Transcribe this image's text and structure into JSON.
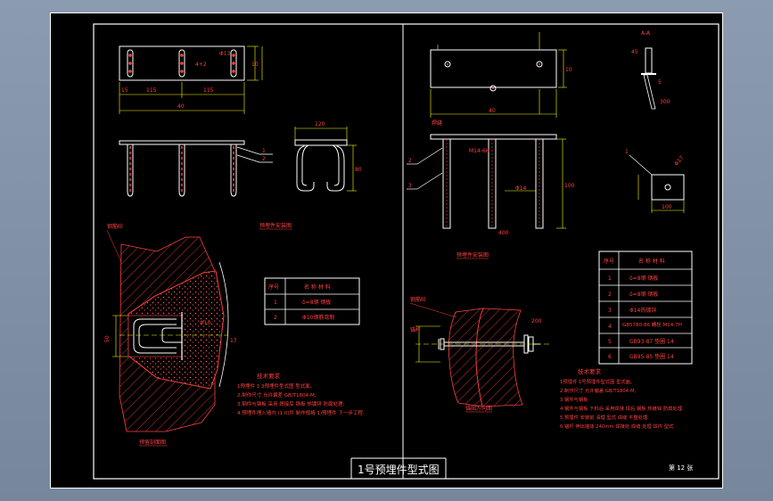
{
  "drawing": {
    "title": "1号预埋件型式图",
    "sheet_no": "第 12 张"
  },
  "left": {
    "plan_dims": {
      "width": "40",
      "seg1": "15",
      "seg2": "115",
      "seg3": "115",
      "height": "10",
      "hole": "Φ13",
      "weld_note": "4+2"
    },
    "callouts": {
      "one": "1",
      "two": "2"
    },
    "detail_dims": {
      "top": "120",
      "side": "80"
    },
    "caption_install": "预埋件安装图",
    "caption_section": "预留剖面图",
    "table": {
      "headers": [
        "序号",
        "名 称 材 料"
      ],
      "rows": [
        [
          "1",
          "δ=8钢 钢板"
        ],
        [
          "2",
          "Φ10钢筋弯制"
        ]
      ]
    },
    "notes_title": "技术要求",
    "notes": [
      "1预埋件 1 3预埋件型式图 型式面。",
      "2.制作尺寸 允许偏差 GB/T1804-M;",
      "3.钢件与钢板 采用 焊接后 钢板 热镀锌 防腐处理;",
      "4.预埋件埋入墙内 (1.0)件 制作规格 1)预埋件 下一步工程."
    ],
    "section_labels": {
      "concrete": "钢筋砼",
      "dim_a": "50",
      "dim_b": "Φ10",
      "offset": "17"
    }
  },
  "right": {
    "plan_dims": {
      "width": "40",
      "height": "10"
    },
    "callouts": {
      "one": "1",
      "two": "2",
      "three": "3"
    },
    "elev_labels": {
      "weld": "焊缝",
      "weld2": "M14-6H",
      "dia": "Φ14",
      "len": "100",
      "h": "400"
    },
    "detail_label": "A-A",
    "detail_dims": {
      "a": "45",
      "b": "5",
      "len": "300",
      "plate": "100",
      "hole": "Φ17"
    },
    "caption_install": "预埋件安装图",
    "caption_section": "锚固方向图",
    "table": {
      "headers": [
        "序号",
        "名 称 材 料"
      ],
      "rows": [
        [
          "1",
          "δ=8钢 钢板"
        ],
        [
          "2",
          "δ=8钢 钢板"
        ],
        [
          "3",
          "Φ14热镀锌"
        ],
        [
          "4",
          "GB5780-86 螺栓 M14-7H"
        ],
        [
          "5",
          "GB93-87 垫圈 14"
        ],
        [
          "6",
          "GB95-85 垫圈 14"
        ]
      ]
    },
    "notes_title": "技术要求",
    "notes": [
      "1预埋件 1号预埋件型式图 型式面。",
      "2.制作尺寸 允许偏差 GB/T1804-M;",
      "3.钢件与钢板",
      "4.钢件与钢板 下料后 采用焊接 焊后 钢板 热镀锌 防腐处理.",
      "5.预埋件 安装前 清理 型式 焊缝 平整处理.",
      "6.锚杆 伸出墙体 240mm 焊接处 焊缝 处理 焊件 型式."
    ],
    "section_labels": {
      "concrete": "钢筋砼",
      "anchor": "锚杆",
      "dim": "200"
    }
  }
}
